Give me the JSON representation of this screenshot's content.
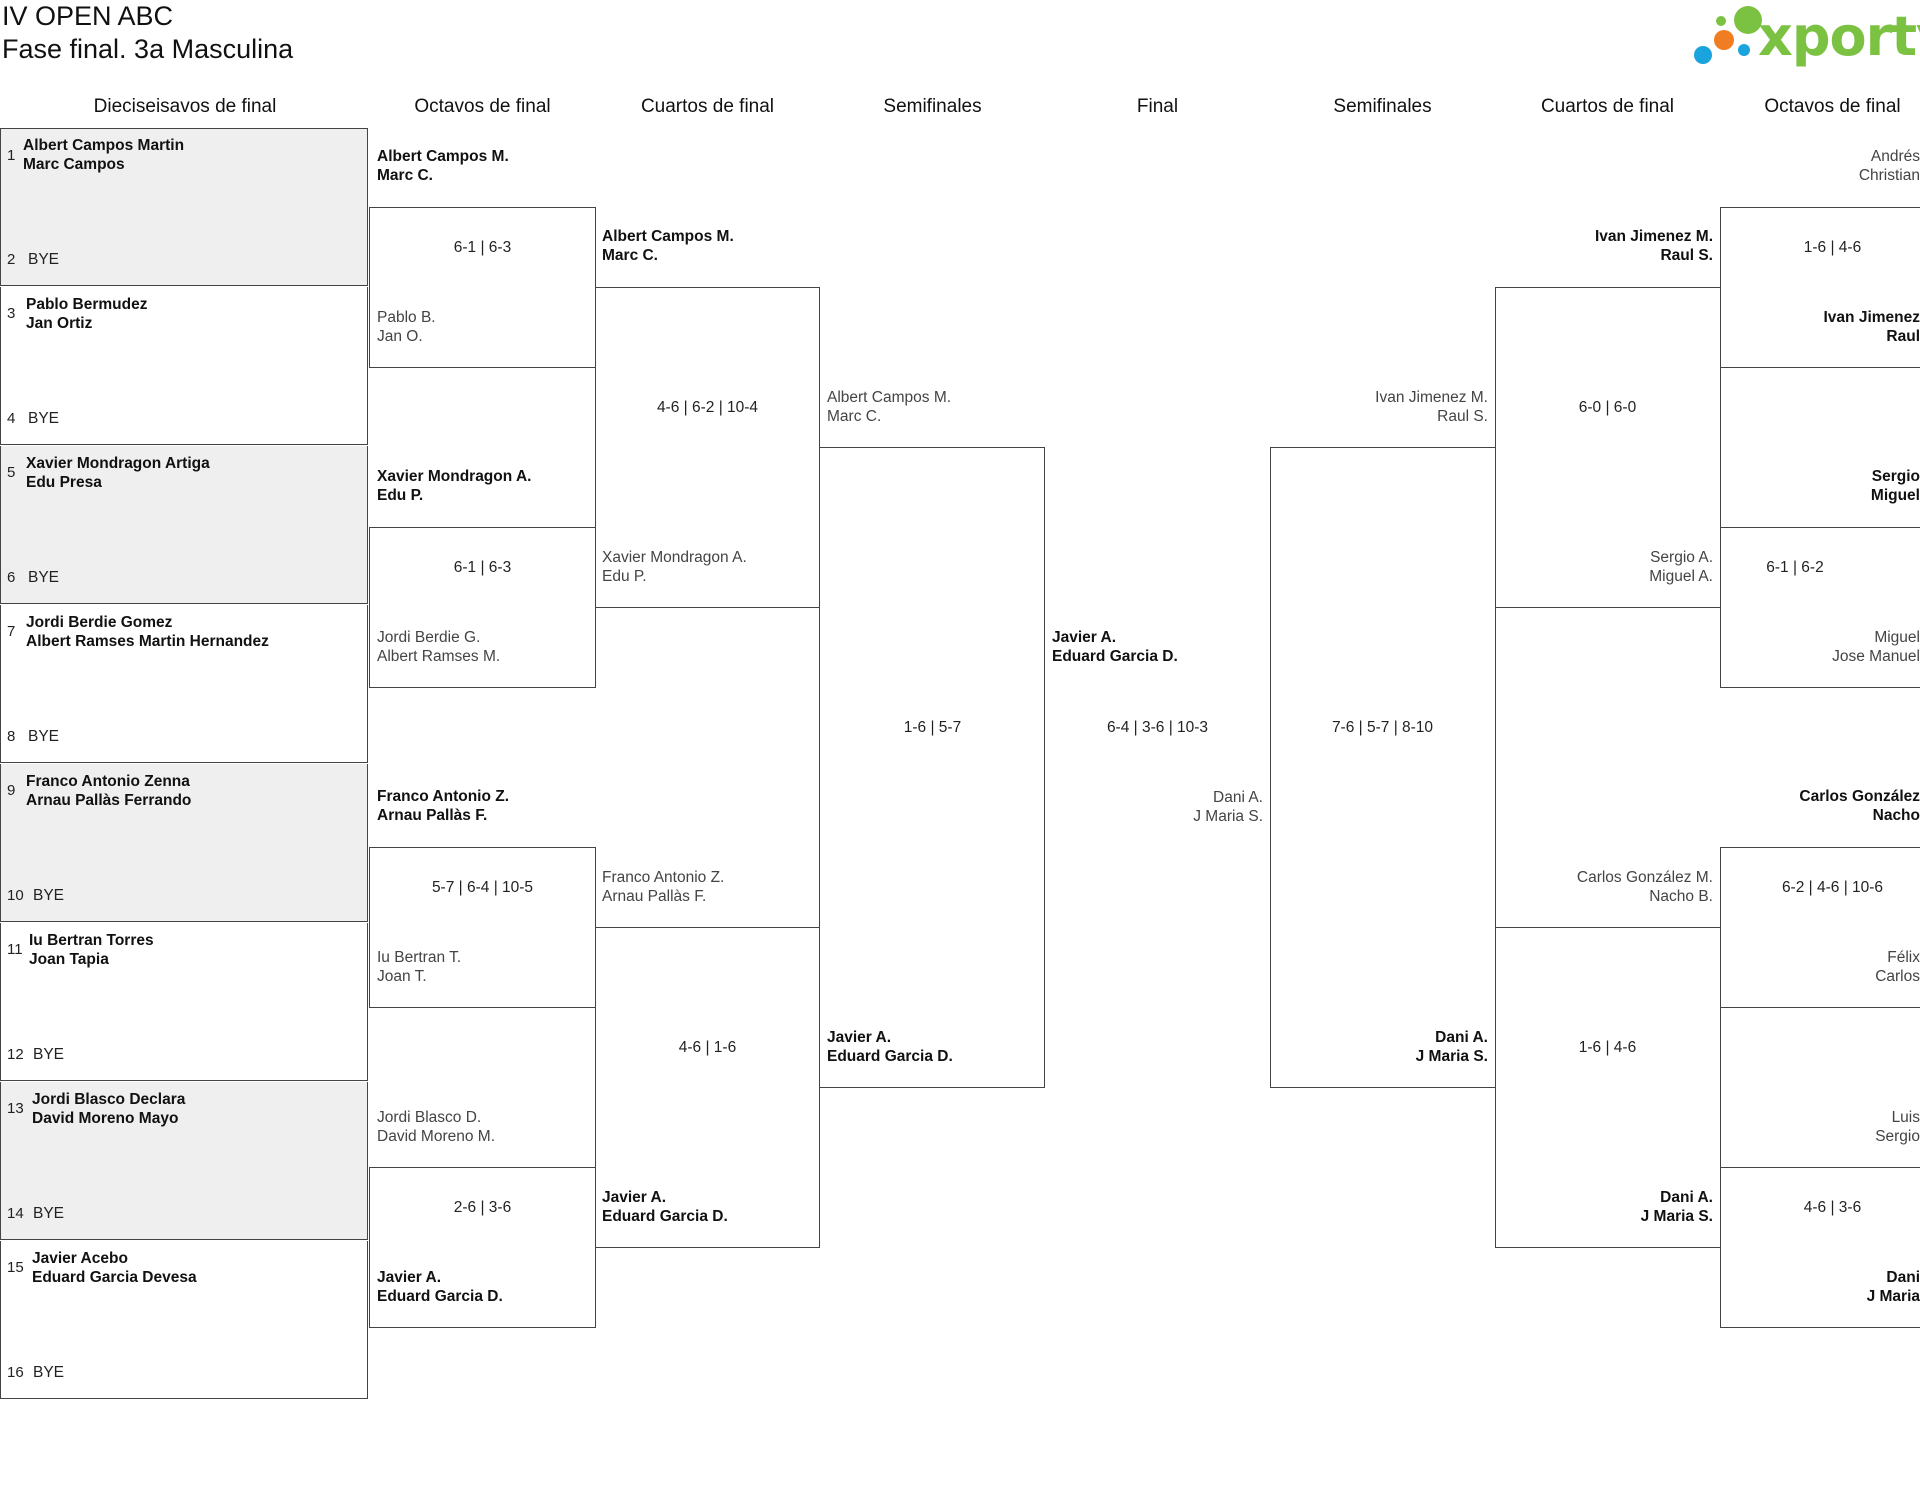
{
  "header": {
    "title": "IV OPEN ABC",
    "subtitle": "Fase final. 3a Masculina",
    "logo_text": "xporty"
  },
  "colors": {
    "logo_green": "#7cc242",
    "logo_orange": "#f07d22",
    "logo_blue": "#1aa3dd",
    "shade": "#efefef",
    "line": "#444444"
  },
  "rounds": {
    "r32": "Dieciseisavos de final",
    "r16": "Octavos de final",
    "qf": "Cuartos de final",
    "sf": "Semifinales",
    "final": "Final",
    "sf_right": "Semifinales",
    "qf_right": "Cuartos de final",
    "r16_right": "Octavos de final"
  },
  "seeds": [
    {
      "num": "1",
      "l1": "Albert Campos Martin",
      "l2": "Marc Campos"
    },
    {
      "num": "2",
      "bye": "BYE"
    },
    {
      "num": "3",
      "l1": "Pablo Bermudez",
      "l2": "Jan Ortiz"
    },
    {
      "num": "4",
      "bye": "BYE"
    },
    {
      "num": "5",
      "l1": "Xavier Mondragon Artiga",
      "l2": "Edu Presa"
    },
    {
      "num": "6",
      "bye": "BYE"
    },
    {
      "num": "7",
      "l1": "Jordi Berdie Gomez",
      "l2": "Albert Ramses Martin Hernandez"
    },
    {
      "num": "8",
      "bye": "BYE"
    },
    {
      "num": "9",
      "l1": "Franco Antonio Zenna",
      "l2": "Arnau Pallàs Ferrando"
    },
    {
      "num": "10",
      "bye": "BYE"
    },
    {
      "num": "11",
      "l1": "Iu Bertran Torres",
      "l2": "Joan Tapia"
    },
    {
      "num": "12",
      "bye": "BYE"
    },
    {
      "num": "13",
      "l1": "Jordi Blasco Declara",
      "l2": "David Moreno Mayo"
    },
    {
      "num": "14",
      "bye": "BYE"
    },
    {
      "num": "15",
      "l1": "Javier Acebo",
      "l2": "Eduard Garcia Devesa"
    },
    {
      "num": "16",
      "bye": "BYE"
    }
  ],
  "left": {
    "r16": [
      {
        "top": {
          "l1": "Albert Campos M.",
          "l2": "Marc C."
        },
        "bottom": {
          "l1": "Pablo B.",
          "l2": "Jan O."
        },
        "score": "6-1 | 6-3"
      },
      {
        "top": {
          "l1": "Xavier Mondragon A.",
          "l2": "Edu P."
        },
        "bottom": {
          "l1": "Jordi Berdie G.",
          "l2": "Albert Ramses M."
        },
        "score": "6-1 | 6-3"
      },
      {
        "top": {
          "l1": "Franco Antonio Z.",
          "l2": "Arnau Pallàs F."
        },
        "bottom": {
          "l1": "Iu Bertran T.",
          "l2": "Joan T."
        },
        "score": "5-7 | 6-4 | 10-5"
      },
      {
        "top": {
          "l1": "Jordi Blasco D.",
          "l2": "David Moreno M."
        },
        "bottom": {
          "l1": "Javier A.",
          "l2": "Eduard Garcia D."
        },
        "score": "2-6 | 3-6"
      }
    ],
    "qf": [
      {
        "top": {
          "l1": "Albert Campos M.",
          "l2": "Marc C."
        },
        "bottom": {
          "l1": "Xavier Mondragon A.",
          "l2": "Edu P."
        },
        "score": "4-6 | 6-2 | 10-4"
      },
      {
        "top": {
          "l1": "Franco Antonio Z.",
          "l2": "Arnau Pallàs F."
        },
        "bottom": {
          "l1": "Javier A.",
          "l2": "Eduard Garcia D."
        },
        "score": "4-6 | 1-6"
      }
    ],
    "sf": {
      "top": {
        "l1": "Albert Campos M.",
        "l2": "Marc C."
      },
      "bottom": {
        "l1": "Javier A.",
        "l2": "Eduard Garcia D."
      },
      "score": "1-6 | 5-7"
    }
  },
  "final": {
    "left": {
      "l1": "Javier A.",
      "l2": "Eduard Garcia D."
    },
    "right": {
      "l1": "Dani A.",
      "l2": "J Maria S."
    },
    "score": "6-4 | 3-6 | 10-3"
  },
  "right": {
    "sf": {
      "top": {
        "l1": "Ivan Jimenez M.",
        "l2": "Raul S."
      },
      "bottom": {
        "l1": "Dani A.",
        "l2": "J Maria S."
      },
      "score": "7-6 | 5-7 | 8-10"
    },
    "qf": [
      {
        "top": {
          "l1": "Ivan Jimenez M.",
          "l2": "Raul S."
        },
        "bottom": {
          "l1": "Sergio A.",
          "l2": "Miguel A."
        },
        "score": "6-0 | 6-0"
      },
      {
        "top": {
          "l1": "Carlos González M.",
          "l2": "Nacho B."
        },
        "bottom": {
          "l1": "Dani A.",
          "l2": "J Maria S."
        },
        "score": "1-6 | 4-6"
      }
    ],
    "r16": [
      {
        "top": {
          "l1": "Andrés",
          "l2": "Christian"
        },
        "bottom": {
          "l1": "Ivan Jimenez",
          "l2": "Raul"
        },
        "score": "1-6 | 4-6",
        "top_winner": {
          "l1": "Ivan Jimenez M.",
          "l2": "Raul S."
        }
      },
      {
        "top": {
          "l1": "Sergio",
          "l2": "Miguel"
        },
        "bottom": {
          "l1": "Miguel",
          "l2": "Jose Manuel"
        },
        "score": "6-1 | 6-2"
      },
      {
        "top": {
          "l1": "Carlos González",
          "l2": "Nacho"
        },
        "bottom": {
          "l1": "Félix",
          "l2": "Carlos"
        },
        "score": "6-2 | 4-6 | 10-6"
      },
      {
        "top": {
          "l1": "Luis",
          "l2": "Sergio"
        },
        "bottom": {
          "l1": "Dani",
          "l2": "J Maria"
        },
        "score": "4-6 | 3-6"
      }
    ]
  }
}
